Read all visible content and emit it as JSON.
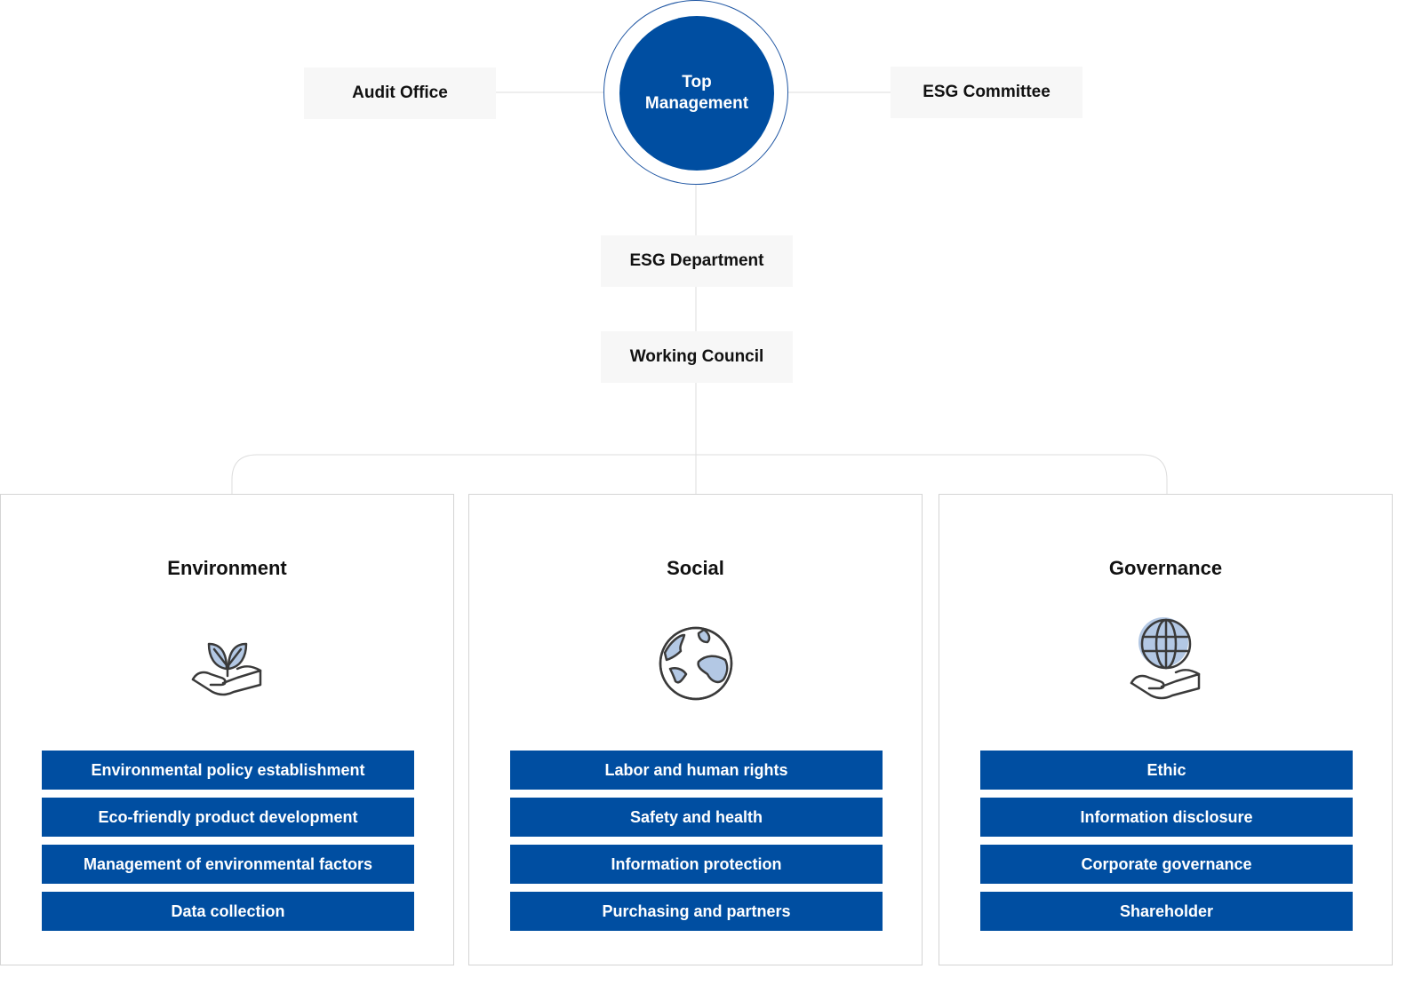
{
  "top_management": {
    "line1": "Top",
    "line2": "Management"
  },
  "audit_office": "Audit Office",
  "esg_committee": "ESG Committee",
  "esg_department": "ESG Department",
  "working_council": "Working Council",
  "colors": {
    "brand_blue": "#004ea1",
    "icon_fill": "#b3c8e4",
    "icon_stroke": "#3a3a3a"
  },
  "pillars": [
    {
      "title": "Environment",
      "icon": "plant-in-hand-icon",
      "items": [
        "Environmental policy establishment",
        "Eco-friendly product development",
        "Management of environmental factors",
        "Data collection"
      ]
    },
    {
      "title": "Social",
      "icon": "globe-icon",
      "items": [
        "Labor and human rights",
        "Safety and health",
        "Information protection",
        "Purchasing and partners"
      ]
    },
    {
      "title": "Governance",
      "icon": "globe-in-hand-icon",
      "items": [
        "Ethic",
        "Information disclosure",
        "Corporate governance",
        "Shareholder"
      ]
    }
  ]
}
